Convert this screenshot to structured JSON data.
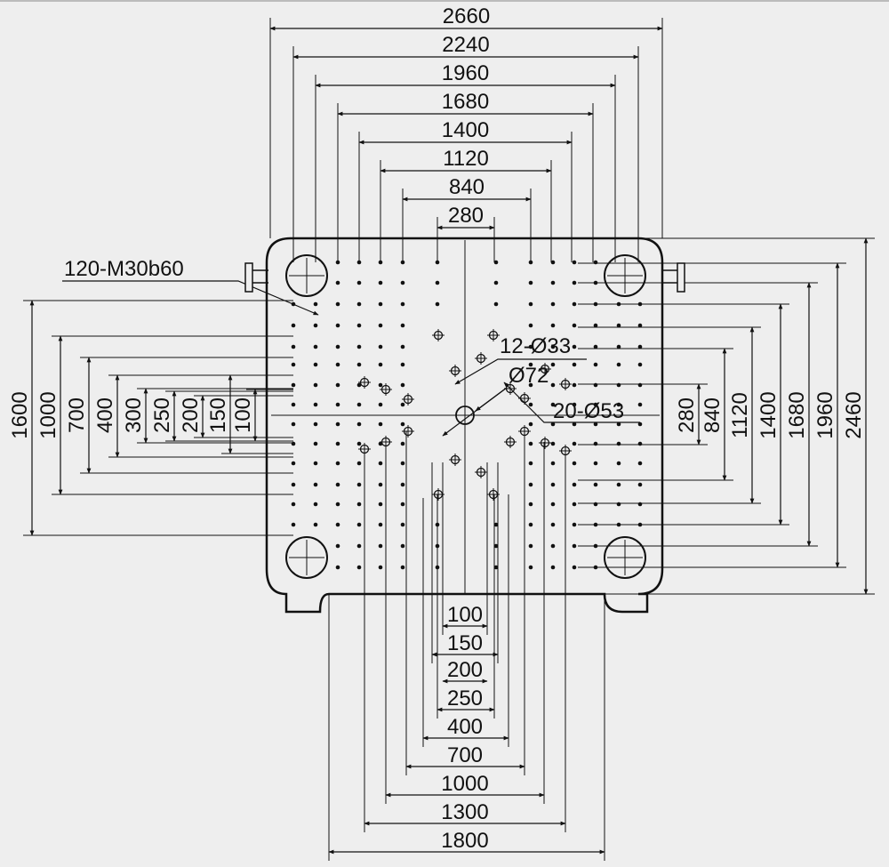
{
  "top_dims": [
    "2660",
    "2240",
    "1960",
    "1680",
    "1400",
    "1120",
    "840",
    "280"
  ],
  "bottom_dims": [
    "100",
    "150",
    "200",
    "250",
    "400",
    "700",
    "1000",
    "1300",
    "1800"
  ],
  "left_dims": [
    "1600",
    "1000",
    "700",
    "400",
    "300",
    "250",
    "200",
    "150",
    "100"
  ],
  "right_dims": [
    "280",
    "840",
    "1120",
    "1400",
    "1680",
    "1960",
    "2460"
  ],
  "callouts": {
    "threaded_holes": "120-M30b60",
    "small_holes": "12-Ø33",
    "center_hole": "Ø72",
    "medium_holes": "20-Ø53"
  },
  "colors": {
    "background": "#eeeeee",
    "line": "#111111"
  }
}
